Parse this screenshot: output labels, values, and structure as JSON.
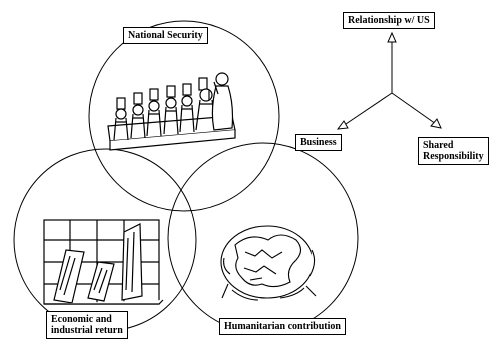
{
  "venn": {
    "top_label": "National Security",
    "left_label": [
      "Economic and",
      "industrial return"
    ],
    "right_label": "Humanitarian contribution"
  },
  "relationship": {
    "title": "Relationship w/ US",
    "left_label": "Business",
    "right_label": [
      "Shared",
      "Responsibility"
    ]
  },
  "clipart": {
    "top": "people-holding-signs-illustration",
    "left": "stock-chart-illustration",
    "right": "globe-illustration"
  },
  "colors": {
    "stroke": "#000000",
    "background": "#ffffff"
  }
}
